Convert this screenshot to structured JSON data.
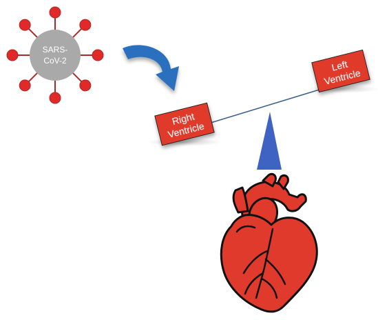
{
  "virus": {
    "label_line1": "SARS-",
    "label_line2": "CoV-2",
    "body_color": "#a9a9a9",
    "spike_color": "#e02a2a",
    "spike_stroke": "#b32424"
  },
  "arrow": {
    "color": "#2a6fbf"
  },
  "seesaw": {
    "beam_color": "#3a5f8f",
    "fulcrum_color": "#3f63c2",
    "box_color": "#e03a2c"
  },
  "right_ventricle": {
    "line1": "Right",
    "line2": "Ventricle"
  },
  "left_ventricle": {
    "line1": "Left",
    "line2": "Ventricle"
  },
  "heart": {
    "fill": "#e03a2c",
    "outline": "#111111"
  }
}
